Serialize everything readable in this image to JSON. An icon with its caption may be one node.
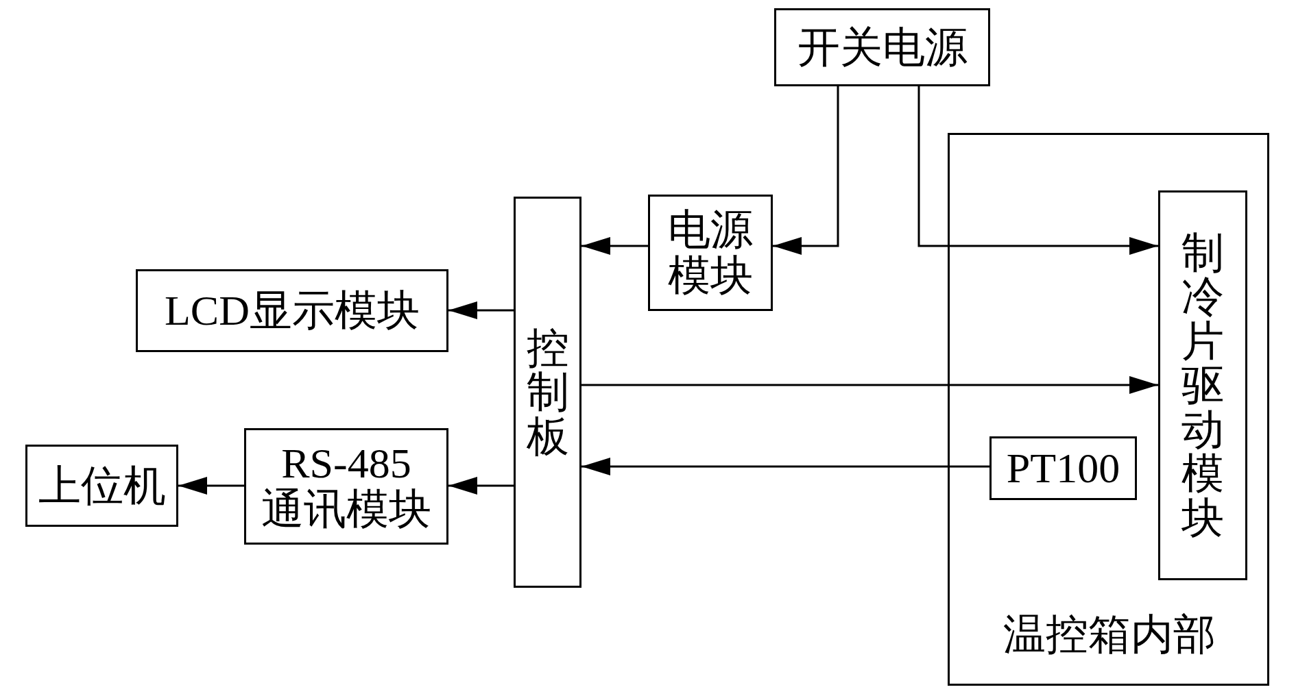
{
  "diagram": {
    "nodes": [
      {
        "text": [
          "开关电源"
        ]
      },
      {
        "text": [
          "温控箱内部"
        ]
      },
      {
        "text": [
          "制冷片驱动模块"
        ],
        "in": 1
      },
      {
        "text": [
          "电源模块"
        ]
      },
      {
        "text": [
          "控制板"
        ]
      },
      {
        "text": [
          "LCD显示模块"
        ]
      },
      {
        "text": [
          "PT100"
        ],
        "in": 1
      },
      {
        "text": [
          "RS-485 通讯模块"
        ]
      },
      {
        "text": [
          "上位机"
        ]
      }
    ],
    "edges": [
      {
        "from": 0,
        "to": 3,
        "arrow": "to"
      },
      {
        "from": 0,
        "to": 2,
        "arrow": "to"
      },
      {
        "from": 3,
        "to": 4,
        "arrow": "to"
      },
      {
        "from": 4,
        "to": 5,
        "arrow": "to"
      },
      {
        "from": 4,
        "to": 2,
        "arrow": "to"
      },
      {
        "from": 6,
        "to": 4,
        "arrow": "to"
      },
      {
        "from": 4,
        "to": 7,
        "arrow": "to"
      },
      {
        "from": 7,
        "to": 8,
        "arrow": "to"
      }
    ]
  }
}
